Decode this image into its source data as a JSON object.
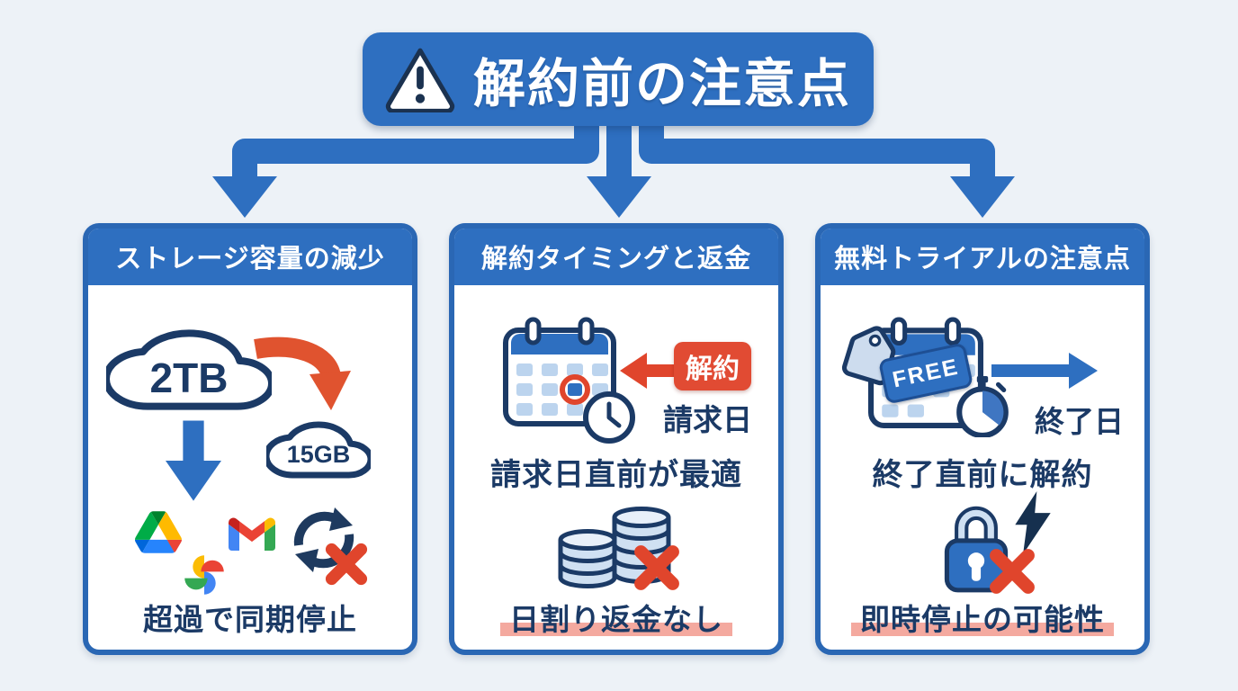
{
  "title": {
    "text": "解約前の注意点",
    "icon": "warning-triangle-icon"
  },
  "colors": {
    "background": "#edf2f7",
    "primary_blue": "#2e6fc0",
    "card_border_blue": "#2a67b4",
    "navy": "#1b3a66",
    "alert_red": "#e14b33",
    "highlight_pink": "#f4a99f",
    "light_blue_fill": "#c9dcf0"
  },
  "cards": [
    {
      "header": "ストレージ容量の減少",
      "big_cloud_label": "2TB",
      "small_cloud_label": "15GB",
      "icons": [
        "cloud-2tb-icon",
        "shrink-arrow-icon",
        "down-arrow-icon",
        "cloud-15gb-icon",
        "google-drive-icon",
        "google-photos-icon",
        "gmail-icon",
        "sync-icon",
        "error-x-icon"
      ],
      "caption": "超過で同期停止",
      "caption_highlight": false
    },
    {
      "header": "解約タイミングと返金",
      "cancel_badge": "解約",
      "billing_day_label": "請求日",
      "tip": "請求日直前が最適",
      "icons": [
        "calendar-icon",
        "clock-icon",
        "left-arrow-icon",
        "coins-icon",
        "error-x-icon"
      ],
      "caption": "日割り返金なし",
      "caption_highlight": true
    },
    {
      "header": "無料トライアルの注意点",
      "free_badge": "FREE",
      "end_day_label": "終了日",
      "tip": "終了直前に解約",
      "icons": [
        "price-tag-icon",
        "calendar-icon",
        "stopwatch-icon",
        "right-arrow-icon",
        "lock-icon",
        "lightning-icon",
        "error-x-icon"
      ],
      "caption": "即時停止の可能性",
      "caption_highlight": true
    }
  ]
}
